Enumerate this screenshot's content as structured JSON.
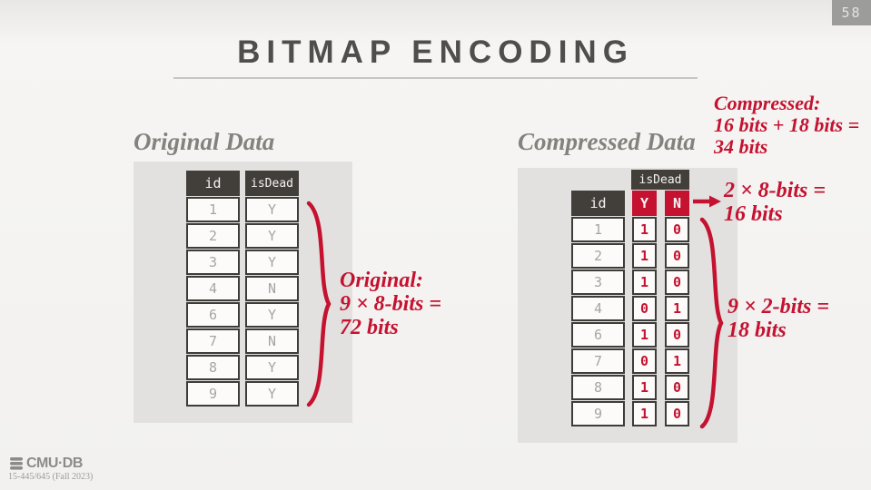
{
  "slide_number": "58",
  "title": "BITMAP ENCODING",
  "original": {
    "heading": "Original Data",
    "table": {
      "id_header": "id",
      "isdead_header": "isDead",
      "rows": [
        {
          "id": "1",
          "isdead": "Y"
        },
        {
          "id": "2",
          "isdead": "Y"
        },
        {
          "id": "3",
          "isdead": "Y"
        },
        {
          "id": "4",
          "isdead": "N"
        },
        {
          "id": "6",
          "isdead": "Y"
        },
        {
          "id": "7",
          "isdead": "N"
        },
        {
          "id": "8",
          "isdead": "Y"
        },
        {
          "id": "9",
          "isdead": "Y"
        }
      ]
    },
    "annotation": {
      "line1": "Original:",
      "line2": "9 ×  8-bits =",
      "line3": "72 bits"
    }
  },
  "compressed": {
    "heading": "Compressed Data",
    "top_annotation": {
      "line1": "Compressed:",
      "line2": "16 bits + 18 bits  =",
      "line3": "34 bits"
    },
    "table": {
      "id_header": "id",
      "isdead_header": "isDead",
      "y_header": "Y",
      "n_header": "N",
      "rows": [
        {
          "id": "1",
          "y": "1",
          "n": "0"
        },
        {
          "id": "2",
          "y": "1",
          "n": "0"
        },
        {
          "id": "3",
          "y": "1",
          "n": "0"
        },
        {
          "id": "4",
          "y": "0",
          "n": "1"
        },
        {
          "id": "6",
          "y": "1",
          "n": "0"
        },
        {
          "id": "7",
          "y": "0",
          "n": "1"
        },
        {
          "id": "8",
          "y": "1",
          "n": "0"
        },
        {
          "id": "9",
          "y": "1",
          "n": "0"
        }
      ]
    },
    "header_annotation": {
      "line1": "2 ×  8-bits =",
      "line2": "16 bits"
    },
    "rows_annotation": {
      "line1": "9 ×  2-bits =",
      "line2": "18 bits"
    }
  },
  "footer": {
    "logo_text": "CMU·DB",
    "course": "15-445/645 (Fall 2023)"
  },
  "colors": {
    "crimson": "#C41230",
    "header_dark": "#423E3A",
    "panel": "#E2E1DF",
    "cell_bg": "#FCFBF9",
    "cell_text": "#A7A5A2",
    "border_dark": "#3E3C39",
    "title_gray": "#4F4E4C",
    "heading_gray": "#85827E",
    "footer_gray": "#8B8B89"
  }
}
